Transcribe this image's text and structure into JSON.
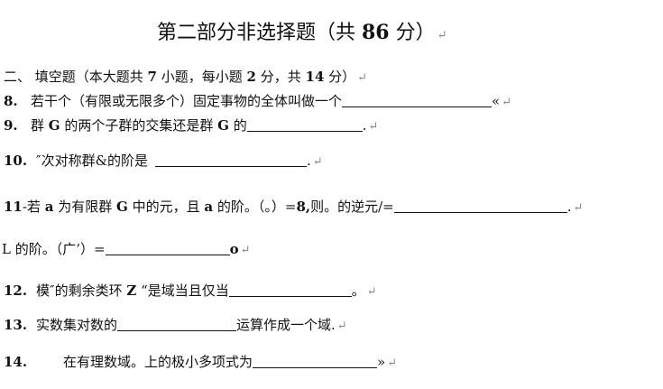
{
  "title": {
    "pre": "第二部分非选择题（共 ",
    "num": "86",
    "post": " 分）"
  },
  "section": {
    "pre": "二、 填空题（本大题共 ",
    "n1": "7",
    "mid1": " 小题，每小题 ",
    "n2": "2",
    "mid2": " 分，共 ",
    "n3": "14",
    "post": " 分）"
  },
  "q8": {
    "num": "8.",
    "text": "若干个（有限或无限多个）固定事物的全体叫做一个",
    "tail": "«"
  },
  "q9": {
    "num": "9.",
    "pre": "群 ",
    "g1": "G",
    "mid": " 的两个子群的交集还是群 ",
    "g2": "G",
    "post": " 的",
    "tail": "."
  },
  "q10": {
    "num": "10.",
    "text": "″次对称群&的阶是",
    "tail": "."
  },
  "q11": {
    "num": "11",
    "pre": "-若 ",
    "a1": "a",
    "mid1": " 为有限群 ",
    "g": "G",
    "mid2": " 中的元，且 ",
    "a2": "a",
    "mid3": " 的阶。（。）=",
    "val": "8,",
    "post": "则。的逆元/=",
    "tail": "."
  },
  "qL": {
    "pre": "L 的阶。（广’）=",
    "tail": "o"
  },
  "q12": {
    "num": "12.",
    "pre": "模″的剩余类环 ",
    "z": "Z",
    "post": " “是域当且仅当",
    "tail": "。"
  },
  "q13": {
    "num": "13.",
    "pre": "实数集对数的",
    "post": "运算作成一个域.",
    "tail": ""
  },
  "q14": {
    "num": "14.",
    "pre": "在有理数域。上的极小多项式为",
    "tail": "»"
  },
  "para_mark": "↵"
}
